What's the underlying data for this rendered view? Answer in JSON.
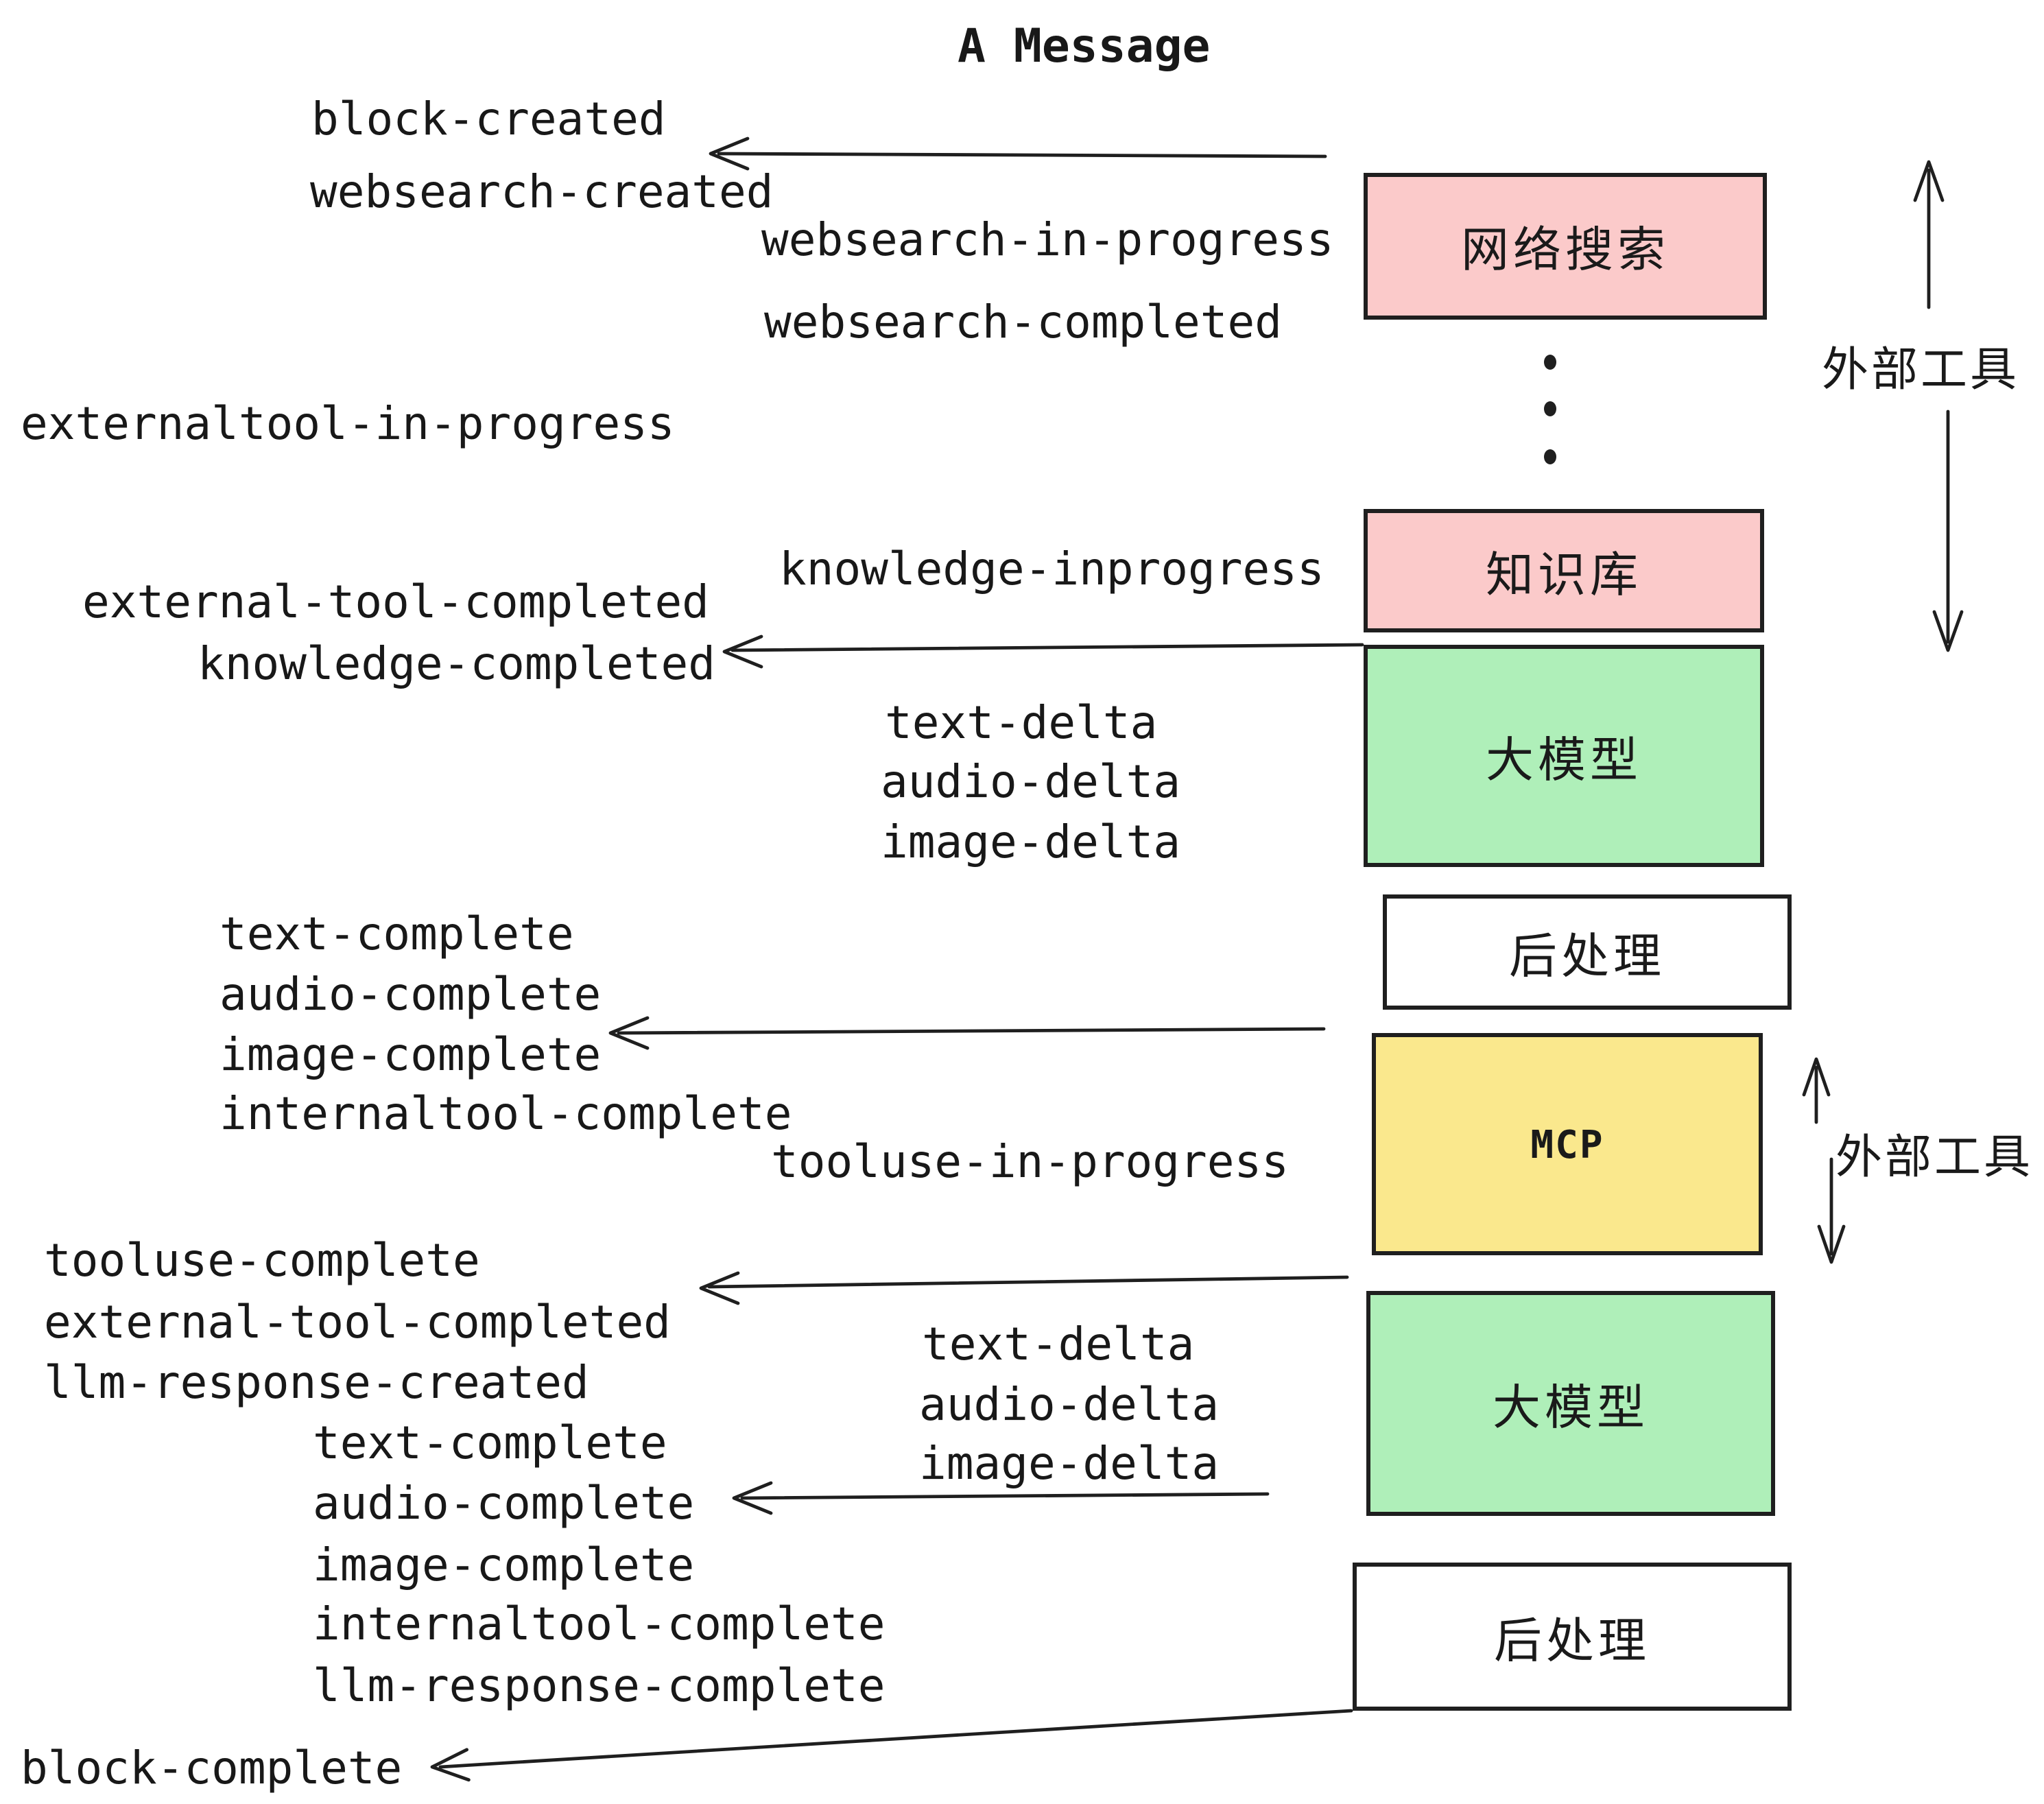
{
  "title": "A Message",
  "colors": {
    "background": "#FFFFFF",
    "ink": "#1F1F1F",
    "box_pink": "#FBCACA",
    "box_green": "#AFEFB9",
    "box_yellow": "#FAE88D",
    "box_white": "#FFFFFF"
  },
  "boxes": [
    {
      "id": "websearch",
      "label": "网络搜索",
      "color": "#FBCACA"
    },
    {
      "id": "knowledge",
      "label": "知识库",
      "color": "#FBCACA"
    },
    {
      "id": "llm1",
      "label": "大模型",
      "color": "#AFEFB9"
    },
    {
      "id": "postprocess1",
      "label": "后处理",
      "color": "#FFFFFF"
    },
    {
      "id": "mcp",
      "label": "MCP",
      "color": "#FAE88D"
    },
    {
      "id": "llm2",
      "label": "大模型",
      "color": "#AFEFB9"
    },
    {
      "id": "postprocess2",
      "label": "后处理",
      "color": "#FFFFFF"
    }
  ],
  "side_labels": {
    "external_tools_top": "外部工具",
    "external_tools_mcp": "外部工具"
  },
  "events": {
    "block_created": "block-created",
    "websearch_created": "websearch-created",
    "websearch_in_progress": "websearch-in-progress",
    "websearch_completed": "websearch-completed",
    "externaltool_in_progress": "externaltool-in-progress",
    "knowledge_inprogress": "knowledge-inprogress",
    "external_tool_completed_1": "external-tool-completed",
    "knowledge_completed": "knowledge-completed",
    "text_delta_1": "text-delta",
    "audio_delta_1": "audio-delta",
    "image_delta_1": "image-delta",
    "text_complete_1": "text-complete",
    "audio_complete_1": "audio-complete",
    "image_complete_1": "image-complete",
    "internaltool_complete_1": "internaltool-complete",
    "tooluse_in_progress": "tooluse-in-progress",
    "tooluse_complete": "tooluse-complete",
    "external_tool_completed_2": "external-tool-completed",
    "llm_response_created": "llm-response-created",
    "text_complete_2": "text-complete",
    "audio_complete_2": "audio-complete",
    "image_complete_2": "image-complete",
    "internaltool_complete_2": "internaltool-complete",
    "llm_response_complete": "llm-response-complete",
    "text_delta_2": "text-delta",
    "audio_delta_2": "audio-delta",
    "image_delta_2": "image-delta",
    "block_complete": "block-complete"
  }
}
